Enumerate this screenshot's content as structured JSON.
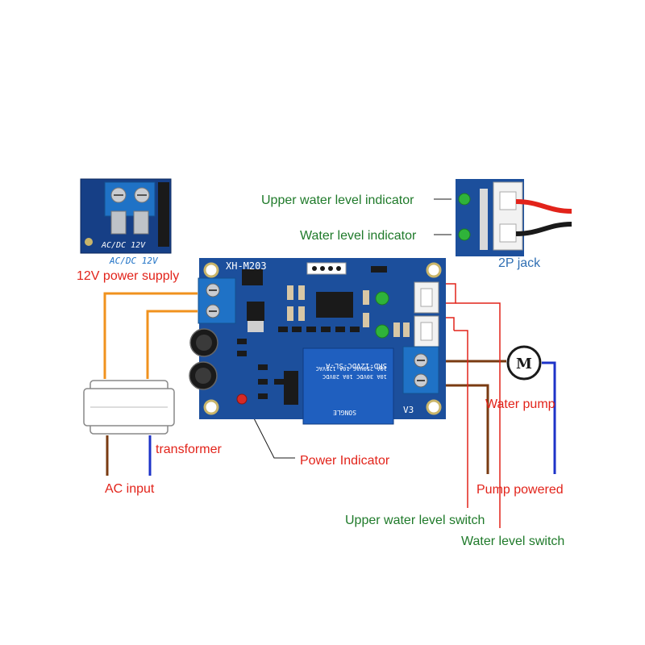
{
  "labels": {
    "power_supply": "12V power supply",
    "transformer": "transformer",
    "ac_input": "AC input",
    "power_indicator": "Power Indicator",
    "water_pump": "Water pump",
    "pump_powered": "Pump powered",
    "upper_switch": "Upper water level switch",
    "level_switch": "Water level switch",
    "upper_indicator": "Upper water level indicator",
    "level_indicator": "Water level indicator",
    "jack": "2P jack",
    "inset_voltage": "AC/DC 12V"
  },
  "board": {
    "model": "XH-M203",
    "relay_model": "SRD-12VDC-SL-A",
    "relay_brand": "SONGLE",
    "relay_spec1": "10A 250VAC  10A 125VAC",
    "relay_spec2": "10A 30VDC  10A 28VDC",
    "v3": "V3",
    "motor_symbol": "M"
  },
  "colors": {
    "board": "#1c4f9c",
    "terminal": "#1f72c6",
    "label_red": "#e2231a",
    "label_green": "#1f7a2a",
    "wire_orange": "#f0921e",
    "wire_brown": "#7a3b12",
    "wire_blue": "#1d33c8",
    "wire_red": "#e2231a"
  }
}
